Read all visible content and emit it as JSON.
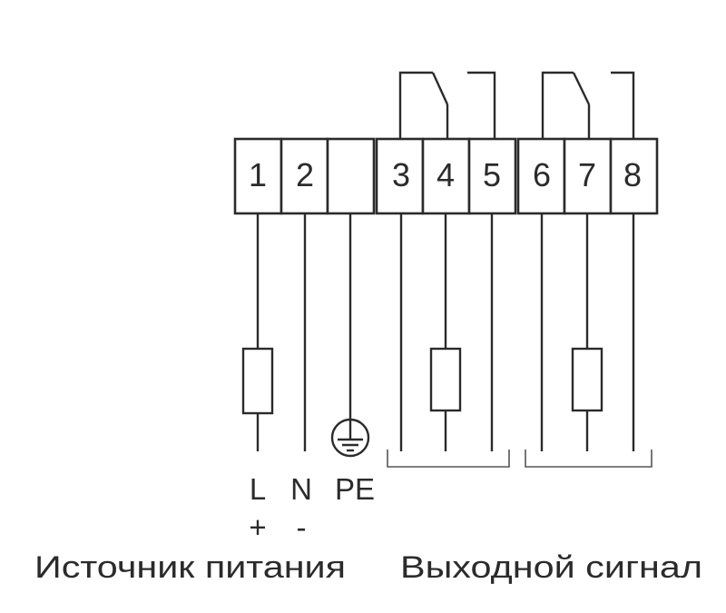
{
  "terminals": [
    "1",
    "2",
    "",
    "3",
    "4",
    "5",
    "6",
    "7",
    "8"
  ],
  "terminal_labels": {
    "t1": "L",
    "t2": "N",
    "t3": "PE",
    "t1_polarity": "+",
    "t2_polarity": "-"
  },
  "captions": {
    "power": "Источник питания",
    "output": "Выходной сигнал"
  },
  "symbols": [
    "fuse-icon",
    "fuse-icon",
    "fuse-icon",
    "ground-icon",
    "relay-contact-icon",
    "relay-contact-icon"
  ],
  "colors": {
    "line": "#2b2b2b",
    "background": "#ffffff"
  }
}
